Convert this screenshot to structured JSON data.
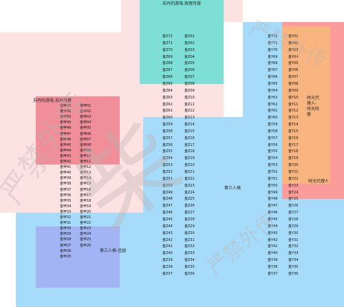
{
  "regions": {
    "zone_a_label": "苏丹的游戏-观者阵营",
    "zone_b_label": "苏丹的游戏-苏丹阵营",
    "zone_c_label": "第三人格",
    "zone_d_label": "第三人格-佳园",
    "zone_e_label": "时光代理人-时光阵营",
    "zone_f_label": "时光代理人"
  },
  "watermark": {
    "left_text": "严禁外传",
    "big_text": "柴",
    "upper_text": "严禁外传",
    "lower_text": "严禁外传"
  },
  "seats": {
    "col_a": [
      "金甲32",
      "金甲31",
      "金甲50",
      "金甲49",
      "金甲48",
      "金甲47",
      "金甲46",
      "金甲45",
      "金甲44",
      "金甲43",
      "金甲42",
      "金甲41",
      "金甲40",
      "金甲39",
      "金甲38",
      "金甲37",
      "金甲36",
      "金甲35",
      "金甲34",
      "金甲33",
      "金甲32",
      "金甲31",
      "金甲30",
      "金甲29",
      "金甲28",
      "金甲27",
      "金甲26",
      "金甲25"
    ],
    "col_b": [
      "金甲01",
      "金甲02",
      "金甲03",
      "金甲04",
      "金甲05",
      "金甲06",
      "金甲07",
      "金甲08",
      "金甲09",
      "金甲10",
      "金甲11",
      "金甲12",
      "金甲13",
      "金甲14",
      "金甲15",
      "金甲16",
      "金甲17",
      "金甲18",
      "金甲19",
      "金甲20",
      "金甲21",
      "金甲22",
      "金甲23",
      "金甲24",
      "金甲25",
      "金甲26"
    ],
    "col_c": [
      "金Z72",
      "金Z71",
      "金Z70",
      "金Z69",
      "金Z68",
      "金Z67",
      "金Z66",
      "金Z65",
      "金Z64",
      "金Z63",
      "金Z62",
      "金Z61",
      "金Z60",
      "金Z59",
      "金Z58",
      "金Z57",
      "金Z56",
      "金Z55",
      "金Z54",
      "金Z53",
      "金Z52",
      "金Z51",
      "金Z50",
      "金Z49",
      "金Z48",
      "金Z47",
      "金Z46",
      "金Z45",
      "金Z44",
      "金Z43",
      "金Z42",
      "金Z41",
      "金Z40",
      "金Z39",
      "金Z38",
      "金Z37"
    ],
    "col_d": [
      "金Z01",
      "金Z02",
      "金Z03",
      "金Z04",
      "金Z05",
      "金Z06",
      "金Z07",
      "金Z08",
      "金Z09",
      "金Z10",
      "金Z11",
      "金Z12",
      "金Z13",
      "金Z14",
      "金Z15",
      "金Z16",
      "金Z17",
      "金Z18",
      "金Z19",
      "金Z20",
      "金Z21",
      "金Z22",
      "金Z23",
      "金Z24",
      "金Z25",
      "金Z26",
      "金Z27",
      "金Z28",
      "金Z29",
      "金Z30",
      "金Z31",
      "金Z32",
      "金Z33",
      "金Z34",
      "金Z35",
      "金Z36"
    ],
    "col_e": [
      "金Y72",
      "金Y71",
      "金Y70",
      "金Y69",
      "金Y68",
      "金Y67",
      "金Y66",
      "金Y65",
      "金Y64",
      "金Y63",
      "金Y62",
      "金Y61",
      "金Y60",
      "金Y59",
      "金Y58",
      "金Y57",
      "金Y56",
      "金Y55",
      "金Y54",
      "金Y53",
      "金Y52",
      "金Y51",
      "金Y50",
      "金Y49",
      "金Y48",
      "金Y47",
      "金Y46",
      "金Y45",
      "金Y44",
      "金Y43",
      "金Y42",
      "金Y41",
      "金Y40",
      "金Y39",
      "金Y38",
      "金Y37"
    ],
    "col_f": [
      "金Y01",
      "金Y02",
      "金Y03",
      "金Y04",
      "金Y05",
      "金Y06",
      "金Y07",
      "金Y08",
      "金Y09",
      "金Y10",
      "金Y11",
      "金Y12",
      "金Y13",
      "金Y14",
      "金Y15",
      "金Y16",
      "金Y17",
      "金Y18",
      "金Y19",
      "金Y20",
      "金Y21",
      "金Y22",
      "金Y23",
      "金Y24",
      "金Y25",
      "金Y26",
      "金Y27",
      "金Y28",
      "金Y29",
      "金Y30",
      "金Y31",
      "金Y32",
      "金Y33",
      "金Y34",
      "金Y35",
      "金Y36"
    ]
  },
  "colors": {
    "pale_pink": "#fde2e2",
    "teal": "#7ddfd6",
    "light_blue": "#a6dcfa",
    "rose": "#f08f9a",
    "periwinkle": "#a3b4f5",
    "orange": "#f8b57f",
    "salmon": "#fb9b9b",
    "white_slot": "#ffffff"
  }
}
